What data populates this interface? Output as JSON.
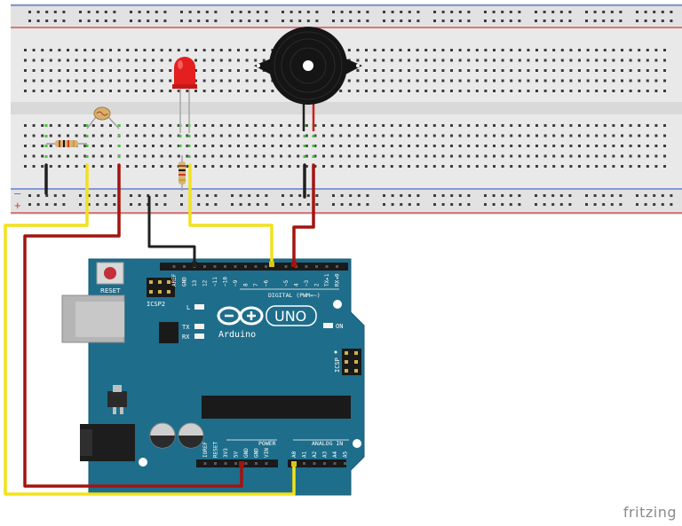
{
  "brand": "fritzing",
  "breadboard": {
    "rail_minus": "–",
    "rail_plus": "+"
  },
  "arduino": {
    "logo_text": "Arduino",
    "uno_text": "UNO",
    "reset_label": "RESET",
    "icsp2_label": "ICSP2",
    "icsp_label": "ICSP",
    "led_l": "L",
    "led_tx": "TX",
    "led_rx": "RX",
    "led_on": "ON",
    "digital_header_label": "DIGITAL (PWM=~)",
    "digital_pins": [
      "AREF",
      "GND",
      "13",
      "12",
      "~11",
      "~10",
      "~9",
      "8",
      "7",
      "~6",
      "~5",
      "4",
      "~3",
      "2",
      "TX▸1",
      "RX◂0"
    ],
    "power_header_label": "POWER",
    "power_pins": [
      "IOREF",
      "RESET",
      "3V3",
      "5V",
      "GND",
      "GND",
      "VIN"
    ],
    "analog_header_label": "ANALOG IN",
    "analog_pins": [
      "A0",
      "A1",
      "A2",
      "A3",
      "A4",
      "A5"
    ]
  },
  "colors": {
    "board": "#1e6d8b",
    "breadboard": "#e9e9e9",
    "wire_yellow": "#f2e21a",
    "wire_red": "#a3140f",
    "wire_black": "#202020",
    "led_red": "#e41f1f",
    "rail_red": "#d23b3b",
    "rail_blue": "#4a6fd0"
  },
  "icons": [
    "led-icon",
    "buzzer-icon",
    "photoresistor-icon",
    "resistor-icon",
    "arduino-logo-icon"
  ]
}
